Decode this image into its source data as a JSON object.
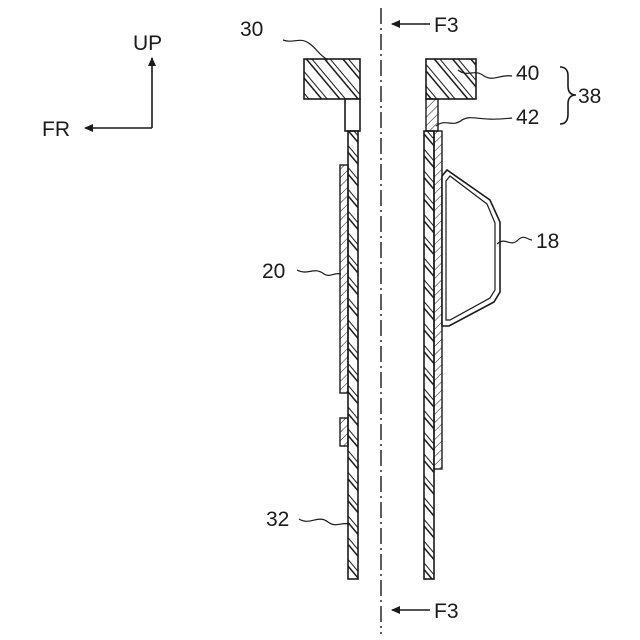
{
  "figure": {
    "orientation": {
      "up_label": "UP",
      "front_label": "FR"
    },
    "section": {
      "top_label": "F3",
      "bottom_label": "F3"
    },
    "callouts": {
      "outer_panel_flange": "30",
      "upper_part": "40",
      "lower_part": "42",
      "assembly_group": "38",
      "bracket": "18",
      "reinforcement": "20",
      "outer_panel": "32"
    }
  }
}
